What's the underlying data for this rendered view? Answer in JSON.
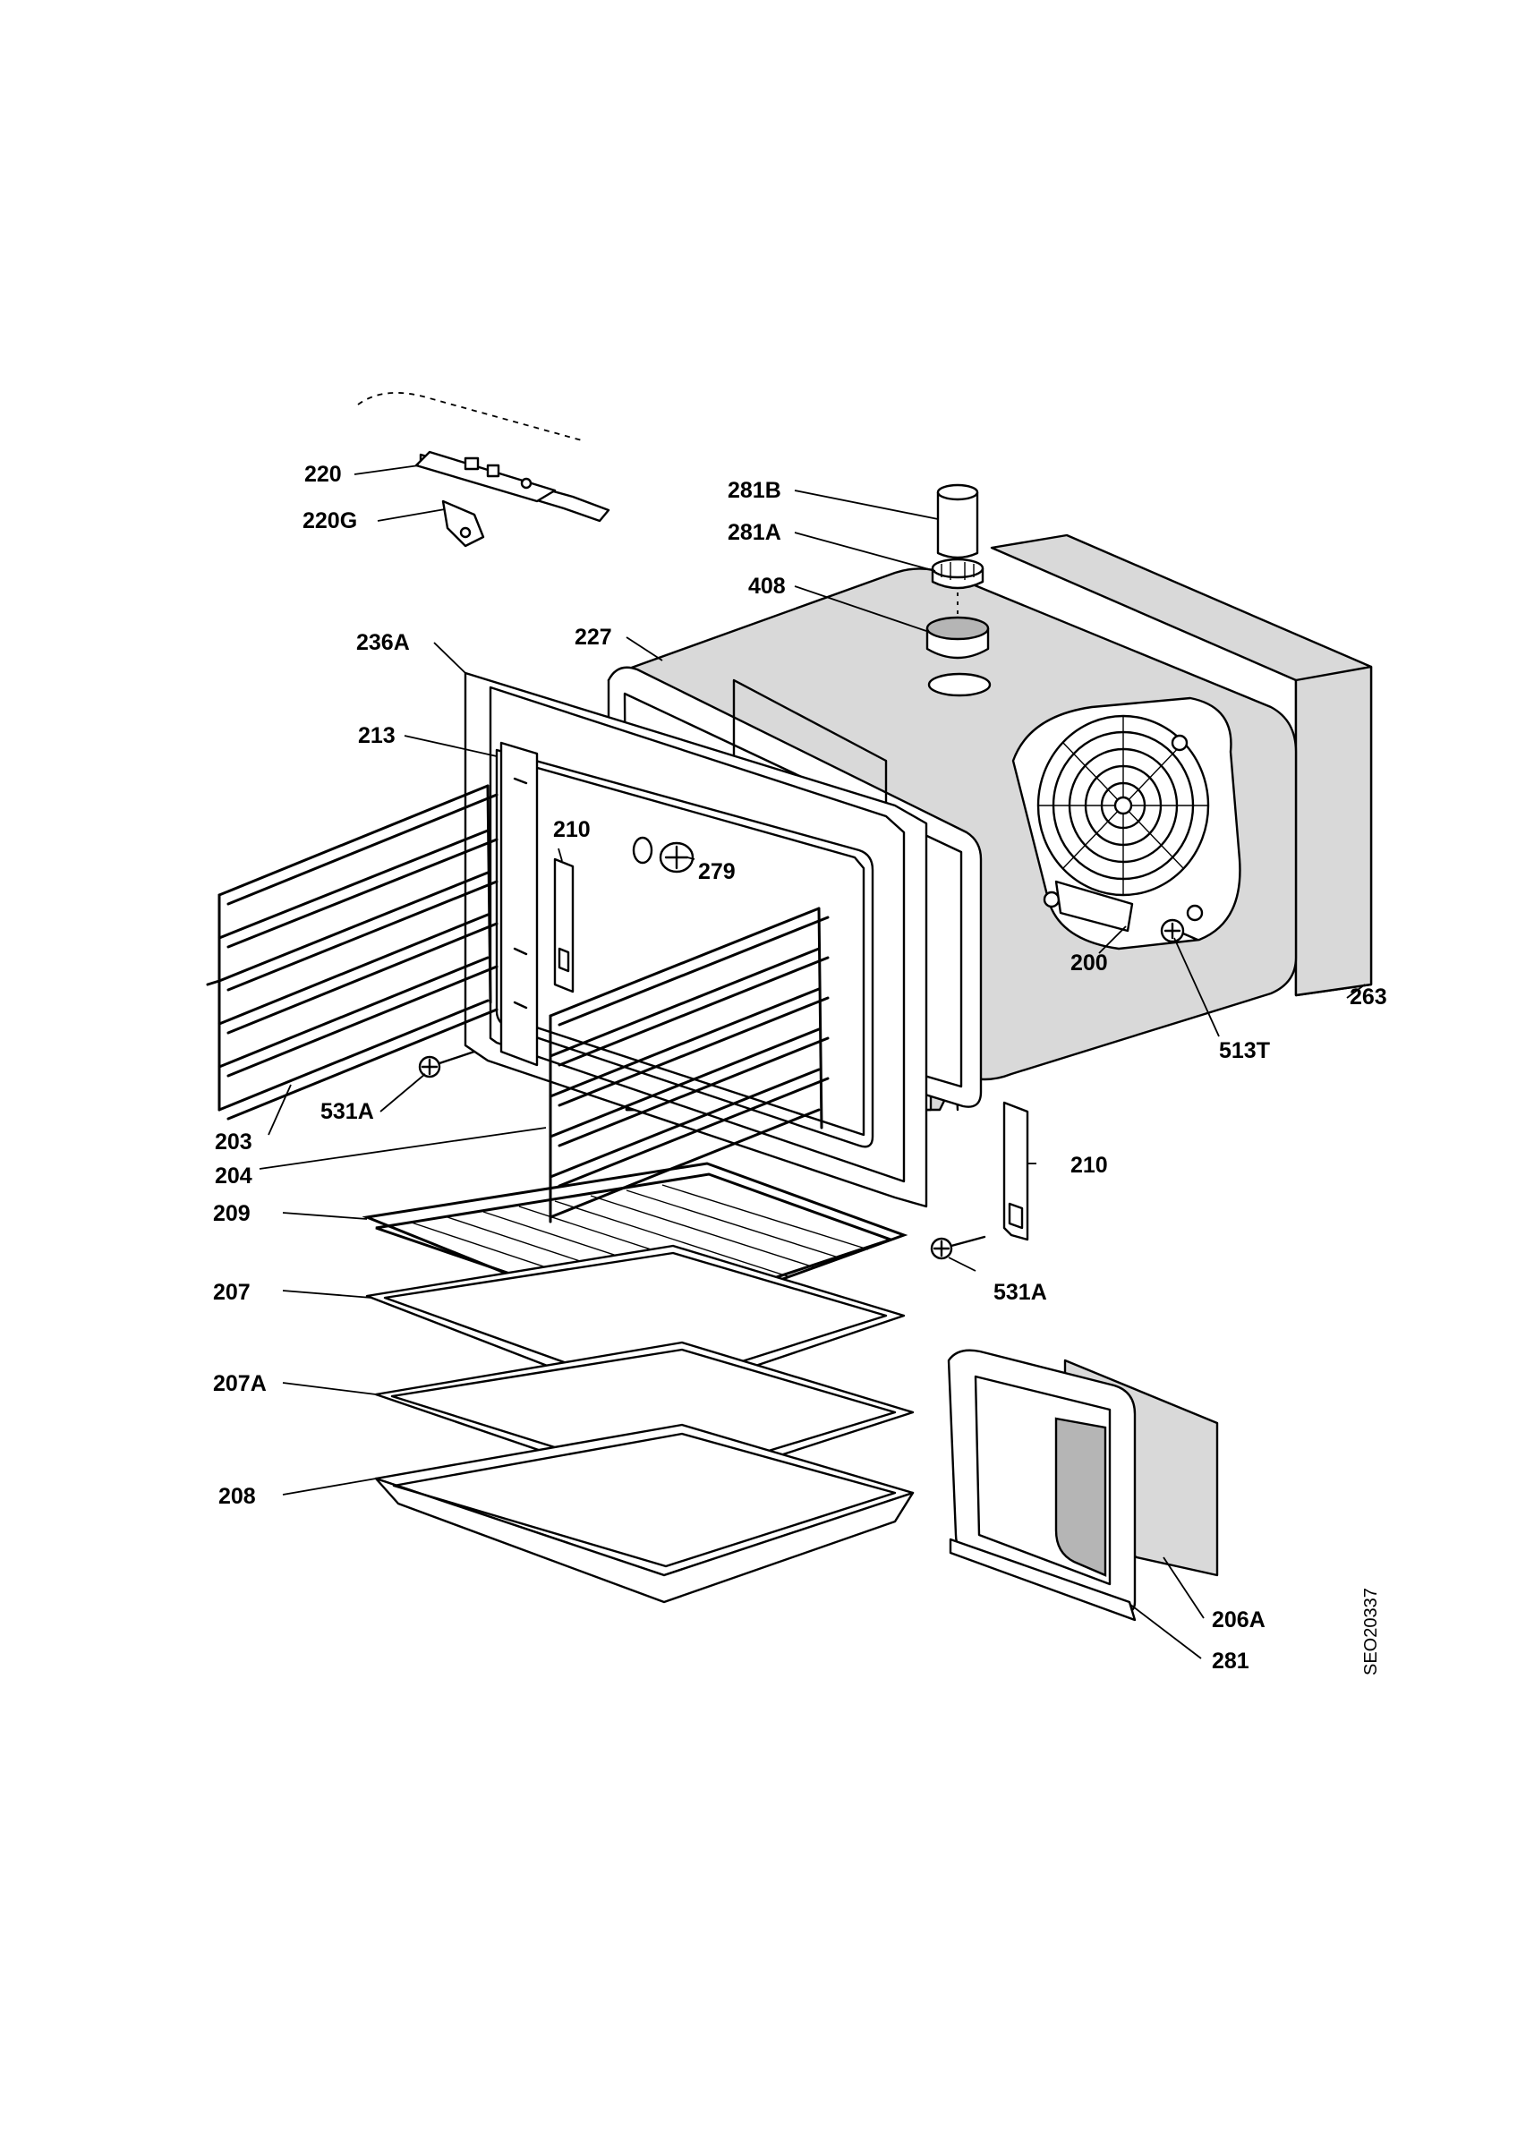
{
  "diagram": {
    "drawing_code": "SEO20337",
    "callouts": {
      "l220": "220",
      "l220G": "220G",
      "l281B": "281B",
      "l281A": "281A",
      "l408": "408",
      "l236A": "236A",
      "l227": "227",
      "l213": "213",
      "l210a": "210",
      "l279": "279",
      "l200": "200",
      "l263": "263",
      "l513T": "513T",
      "l531Aa": "531A",
      "l203": "203",
      "l204": "204",
      "l210b": "210",
      "l209": "209",
      "l531Ab": "531A",
      "l207": "207",
      "l207A": "207A",
      "l208": "208",
      "l206A": "206A",
      "l281": "281"
    }
  }
}
